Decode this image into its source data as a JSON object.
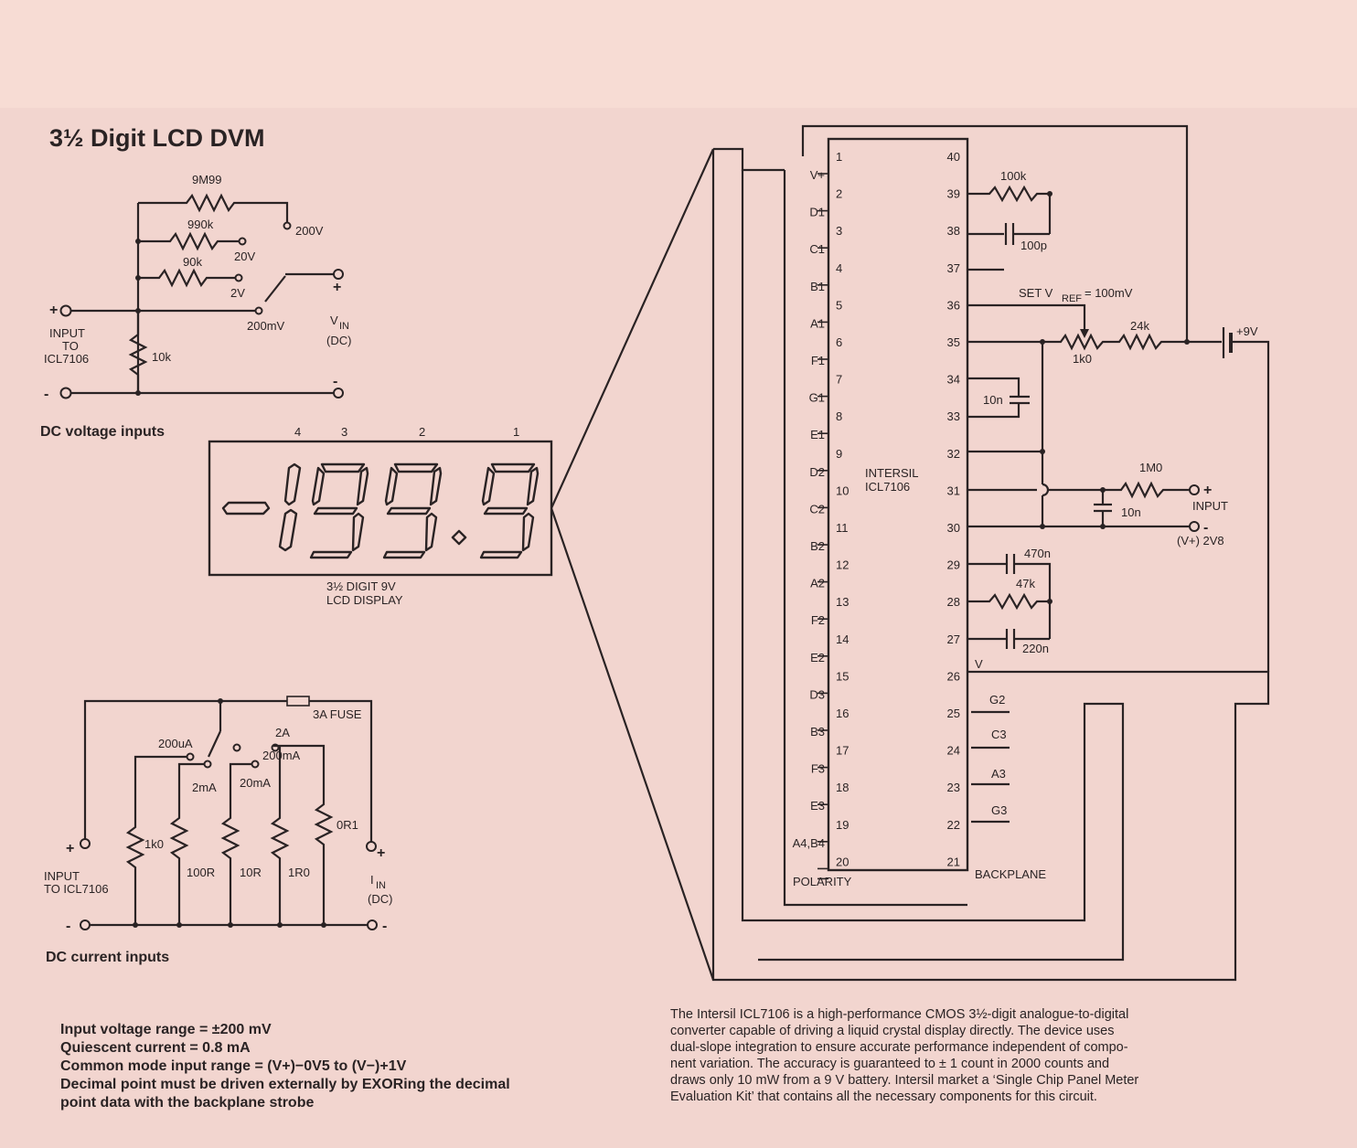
{
  "title": "3½ Digit LCD DVM",
  "voltage_inputs": {
    "caption": "DC voltage inputs",
    "resistors": [
      "9M99",
      "990k",
      "90k",
      "10k"
    ],
    "ranges": [
      "200V",
      "20V",
      "2V",
      "200mV"
    ],
    "input_label_lines": [
      "INPUT",
      "TO",
      "ICL7106"
    ],
    "vin_label": "V",
    "vin_sub": "IN",
    "vin_dc": "(DC)",
    "plus": "+",
    "minus": "-"
  },
  "display": {
    "digit_positions": [
      "4",
      "3",
      "2",
      "1"
    ],
    "reading": "-199.9",
    "caption_lines": [
      "3½ DIGIT 9V",
      "LCD DISPLAY"
    ]
  },
  "current_inputs": {
    "caption": "DC current inputs",
    "fuse": "3A FUSE",
    "ranges": [
      "200uA",
      "2mA",
      "20mA",
      "200mA",
      "2A"
    ],
    "resistors": [
      "1k0",
      "100R",
      "10R",
      "1R0",
      "0R1"
    ],
    "input_label_lines": [
      "INPUT",
      "TO ICL7106"
    ],
    "iin_label": "I",
    "iin_sub": "IN",
    "iin_dc": "(DC)"
  },
  "chip": {
    "name_lines": [
      "INTERSIL",
      "ICL7106"
    ],
    "left_pins": [
      {
        "num": "1",
        "label": "V+"
      },
      {
        "num": "2",
        "label": "D1"
      },
      {
        "num": "3",
        "label": "C1"
      },
      {
        "num": "4",
        "label": "B1"
      },
      {
        "num": "5",
        "label": "A1"
      },
      {
        "num": "6",
        "label": "F1"
      },
      {
        "num": "7",
        "label": "G1"
      },
      {
        "num": "8",
        "label": "E1"
      },
      {
        "num": "9",
        "label": "D2"
      },
      {
        "num": "10",
        "label": "C2"
      },
      {
        "num": "11",
        "label": "B2"
      },
      {
        "num": "12",
        "label": "A2"
      },
      {
        "num": "13",
        "label": "F2"
      },
      {
        "num": "14",
        "label": "E2"
      },
      {
        "num": "15",
        "label": "D3"
      },
      {
        "num": "16",
        "label": "B3"
      },
      {
        "num": "17",
        "label": "F3"
      },
      {
        "num": "18",
        "label": "E3"
      },
      {
        "num": "19",
        "label": "A4,B4"
      },
      {
        "num": "20",
        "label": ""
      }
    ],
    "right_pins": [
      "40",
      "39",
      "38",
      "37",
      "36",
      "35",
      "34",
      "33",
      "32",
      "31",
      "30",
      "29",
      "28",
      "27",
      "26",
      "25",
      "24",
      "23",
      "22",
      "21"
    ],
    "right_seg_labels": [
      "G2",
      "C3",
      "A3",
      "G3"
    ],
    "polarity": "POLARITY",
    "backplane": "BACKPLANE",
    "v_minus": "V"
  },
  "external": {
    "r_osc": "100k",
    "c_osc": "100p",
    "set_vref": "SET V",
    "set_vref_sub": "REF",
    "set_vref_value": "= 100mV",
    "pot": "1k0",
    "r_ref": "24k",
    "battery": "+9V",
    "c_ref": "10n",
    "r_in": "1M0",
    "c_in": "10n",
    "input_label": "INPUT",
    "input_plus": "+",
    "input_minus": "-",
    "common_label": "(V+)  2V8",
    "c_az": "470n",
    "r_int": "47k",
    "c_int": "220n"
  },
  "specs": [
    "Input voltage range = ±200 mV",
    "Quiescent current = 0.8 mA",
    "Common mode input range = (V+)−0V5 to (V−)+1V",
    "Decimal point must be driven externally by EXORing the decimal",
    "point data with the backplane strobe"
  ],
  "description": [
    "The Intersil ICL7106 is a high-performance CMOS 3½-digit analogue-to-digital",
    "converter capable of driving a liquid crystal display directly. The device uses",
    "dual-slope integration to ensure accurate performance independent of compo-",
    "nent variation. The accuracy is guaranteed to ± 1 count in 2000 counts and",
    "draws only 10 mW from a 9 V battery. Intersil market a ‘Single Chip Panel Meter",
    "Evaluation Kit’ that contains all the necessary components for this circuit."
  ]
}
